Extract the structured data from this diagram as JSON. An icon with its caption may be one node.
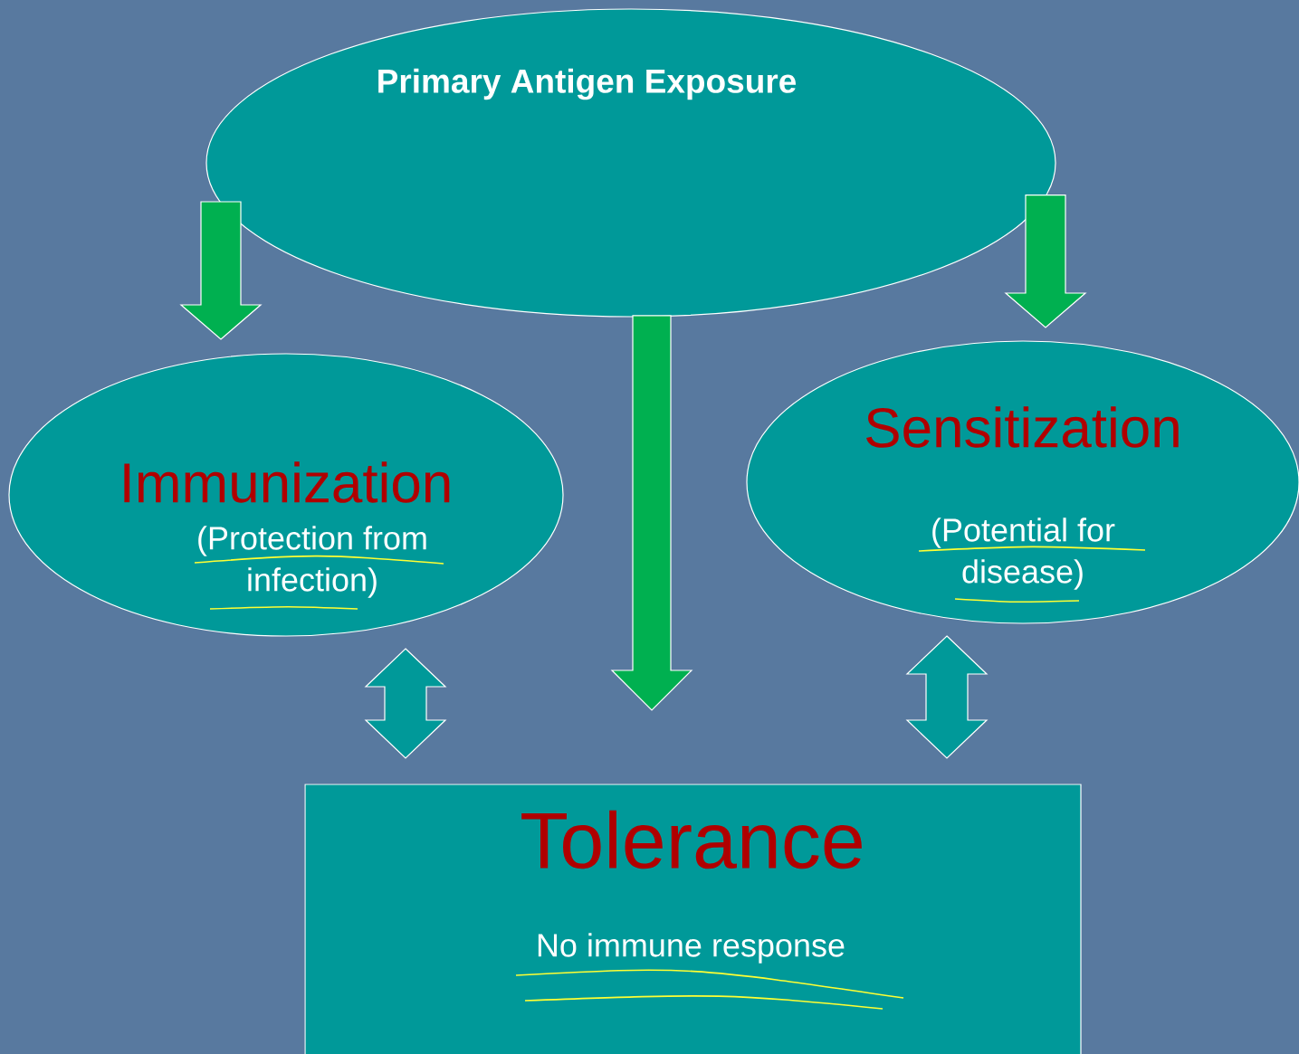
{
  "diagram": {
    "nodes": [
      {
        "text": [
          "Primary Antigen Exposure"
        ]
      },
      {
        "text": [
          "Immunization",
          "(Protection from infection)"
        ]
      },
      {
        "text": [
          "Sensitization",
          "(Potential for disease)"
        ]
      },
      {
        "text": [
          "Tolerance",
          "No immune response"
        ]
      }
    ],
    "edges": [
      {
        "from": 0,
        "to": 1,
        "arrow": "to"
      },
      {
        "from": 0,
        "to": 3,
        "arrow": "to"
      },
      {
        "from": 0,
        "to": 2,
        "arrow": "to"
      },
      {
        "from": 1,
        "to": 3,
        "arrow": "both",
        "color": "#009999"
      },
      {
        "from": 2,
        "to": 3,
        "arrow": "both",
        "color": "#009999"
      }
    ]
  }
}
